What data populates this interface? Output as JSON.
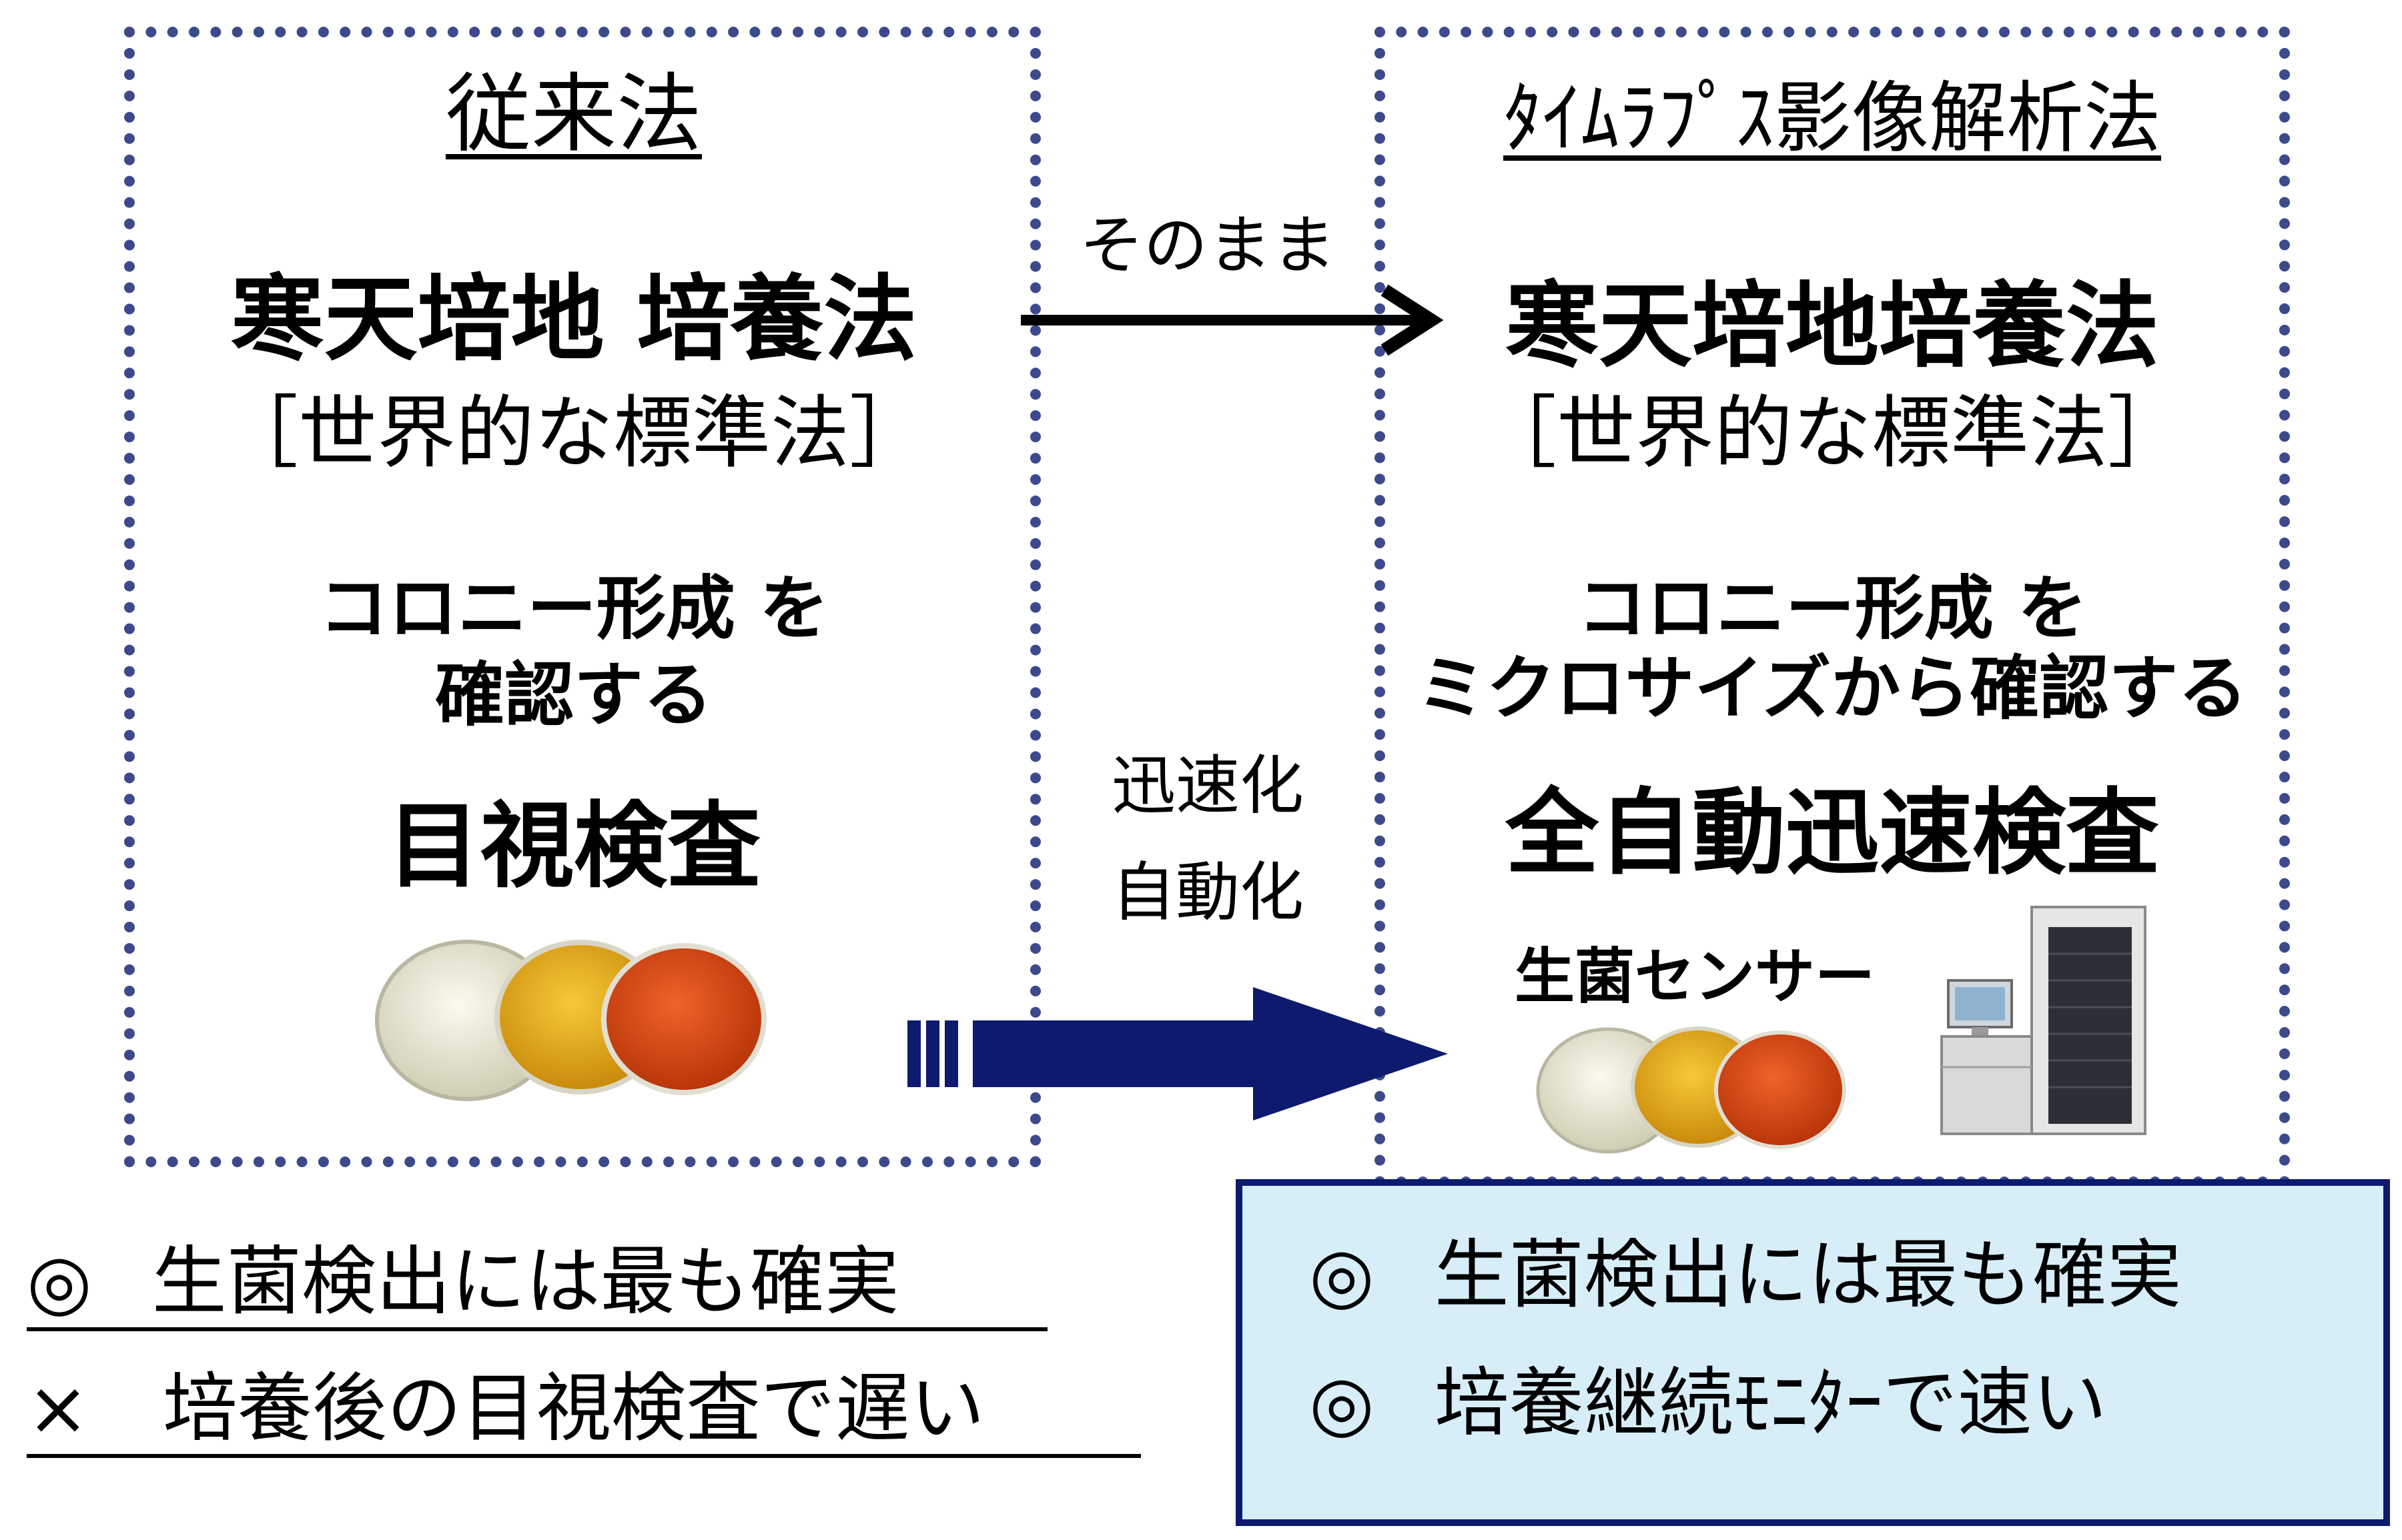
{
  "left_panel": {
    "title": "従来法",
    "method": "寒天培地 培養法",
    "standard": "［世界的な標準法］",
    "colony_line1": "コロニー形成 を",
    "colony_line2": "確認する",
    "inspection": "目視検査"
  },
  "right_panel": {
    "title": "ﾀｲﾑﾗﾌﾟｽ影像解析法",
    "method": "寒天培地培養法",
    "standard": "［世界的な標準法］",
    "colony_line1": "コロニー形成 を",
    "colony_line2": "ミクロサイズから確認する",
    "inspection": "全自動迅速検査",
    "sensor_label": "生菌センサー"
  },
  "arrows": {
    "top_label": "そのまま",
    "bottom_label_1": "迅速化",
    "bottom_label_2": "自動化"
  },
  "bottom_left": {
    "line1_mark": "◎",
    "line1_text": "生菌検出には最も確実",
    "line2_mark": "×",
    "line2_text": "培養後の目視検査で遅い"
  },
  "bottom_right": {
    "line1_mark": "◎",
    "line1_text": "生菌検出には最も確実",
    "line2_mark": "◎",
    "line2_text": "培養継続ﾓﾆﾀｰで速い"
  },
  "colors": {
    "panel_border": "#3c4a8c",
    "arrow_navy": "#0d1a6e",
    "callout_bg": "#d7eef8",
    "dish_white": "#f2f1df",
    "dish_yellow": "#f0b21a",
    "dish_red": "#e64b12"
  }
}
